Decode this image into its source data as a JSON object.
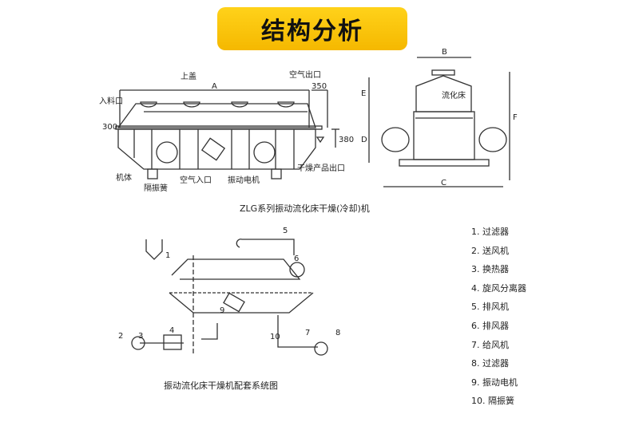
{
  "title": "结构分析",
  "diagram1": {
    "labels": {
      "top_cover": "上盖",
      "air_outlet": "空气出口",
      "dim_a": "A",
      "dim_350": "350",
      "feed_inlet": "入料口",
      "dim_300": "300",
      "dim_380": "380",
      "body": "机体",
      "isolation_spring": "隔振簧",
      "air_inlet": "空气入口",
      "vibration_motor": "振动电机",
      "dry_product_outlet": "干燥产品出口"
    },
    "caption": "ZLG系列振动流化床干燥(冷却)机"
  },
  "diagram2": {
    "labels": {
      "fluid_bed": "流化床",
      "dim_b": "B",
      "dim_c": "C",
      "dim_d": "D",
      "dim_e": "E",
      "dim_f": "F"
    }
  },
  "diagram3": {
    "numbers": [
      "1",
      "2",
      "3",
      "4",
      "5",
      "6",
      "7",
      "8",
      "9",
      "10"
    ],
    "caption": "振动流化床干燥机配套系统图"
  },
  "legend": [
    "1. 过滤器",
    "2. 送风机",
    "3. 换热器",
    "4. 旋风分离器",
    "5. 排风机",
    "6. 排风器",
    "7. 给风机",
    "8. 过滤器",
    "9. 振动电机",
    "10. 隔振簧"
  ]
}
